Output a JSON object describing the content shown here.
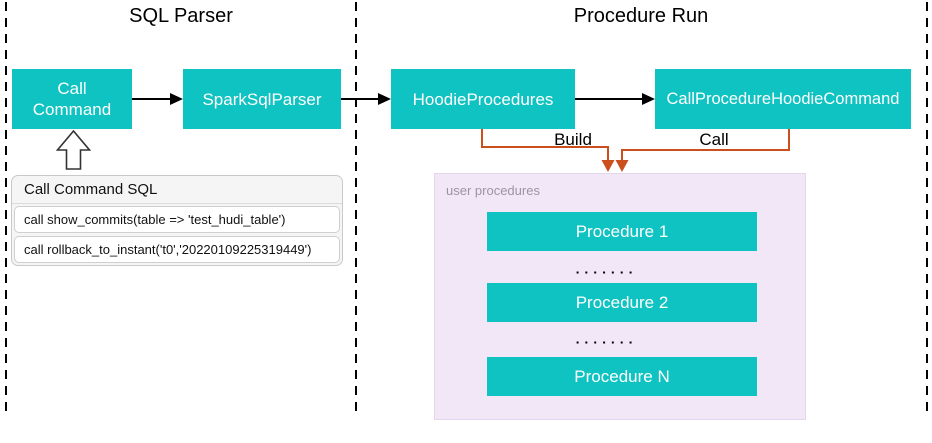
{
  "titles": {
    "sql_parser": "SQL Parser",
    "procedure_run": "Procedure Run"
  },
  "nodes": {
    "call_command": {
      "line1": "Call",
      "line2": "Command"
    },
    "spark_sql_parser": "SparkSqlParser",
    "hoodie_procedures": "HoodieProcedures",
    "call_procedure_hoodie_command": "CallProcedureHoodieCommand"
  },
  "connector_labels": {
    "build": "Build",
    "call": "Call"
  },
  "sql_panel": {
    "title": "Call Command SQL",
    "statements": [
      "call show_commits(table => 'test_hudi_table')",
      "call rollback_to_instant('t0','20220109225319449')"
    ]
  },
  "user_procedures": {
    "label": "user procedures",
    "items": [
      "Procedure 1",
      "Procedure 2",
      "Procedure N"
    ],
    "ellipsis": "▪▪▪▪▪▪▪"
  },
  "colors": {
    "node_fill": "#0ec3c1",
    "node_text": "#ffffff",
    "connector_orange": "#cb4e1d",
    "procedures_bg": "#f2e7f7",
    "procedures_border": "#e5d5ef",
    "sql_panel_bg": "#f5f5f5",
    "sql_panel_border": "#c9c9c9",
    "muted_text": "#9c94a3"
  }
}
